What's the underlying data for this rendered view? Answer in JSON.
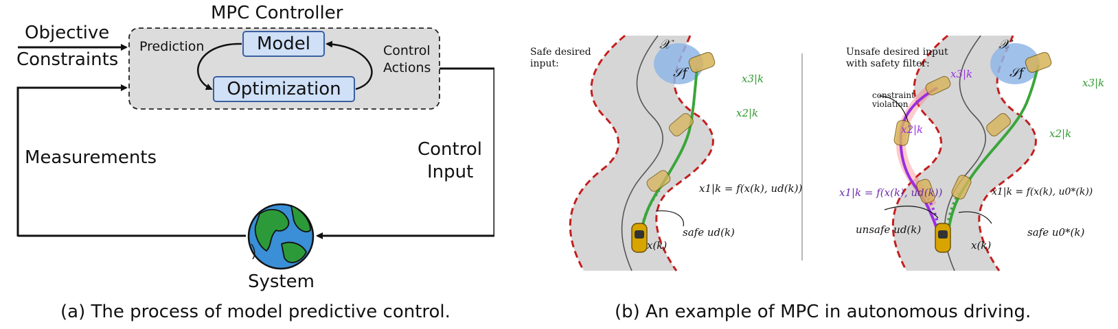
{
  "panel_a": {
    "controller_title": "MPC Controller",
    "objective": "Objective",
    "constraints": "Constraints",
    "prediction": "Prediction",
    "model": "Model",
    "optimization": "Optimization",
    "control_actions_1": "Control",
    "control_actions_2": "Actions",
    "measurements": "Measurements",
    "control_input_1": "Control",
    "control_input_2": "Input",
    "system": "System",
    "caption": "(a) The process of model predictive control."
  },
  "panel_b": {
    "left": {
      "desc_1": "Safe desired",
      "desc_2": "input:",
      "set_x": "𝒳",
      "set_sf": "𝒮f",
      "x3": "x3|k",
      "x2": "x2|k",
      "x1_eq": "x1|k = f(x(k), ud(k))",
      "safe_label": "safe ud(k)",
      "xk": "x(k)"
    },
    "right": {
      "desc_1": "Unsafe desired input",
      "desc_2": "with safety filter:",
      "set_x": "𝒳",
      "set_sf": "𝒮f",
      "x3_purple": "x3|k",
      "x2_purple": "x2|k",
      "constraint_1": "constraint",
      "constraint_2": "violation",
      "x1_purple": "x1|k = f(x(k), ud(k))",
      "x1_green": "x1|k = f(x(k), u0*(k))",
      "x3_green": "x3|k",
      "x2_green": "x2|k",
      "unsafe_label": "unsafe ud(k)",
      "safe_label": "safe u0*(k)",
      "xk": "x(k)"
    },
    "caption": "(b) An example of MPC in autonomous driving."
  },
  "colors": {
    "box_fill": "#dcdcdc",
    "inner_box_fill": "#cfe0f7",
    "inner_box_border": "#3a5fa0",
    "road": "#d6d6d6",
    "road_boundary": "#c41e1e",
    "terminal_set": "#8fb6e6",
    "safe_traj": "#3aa53a",
    "unsafe_traj": "#9a2ee0"
  }
}
